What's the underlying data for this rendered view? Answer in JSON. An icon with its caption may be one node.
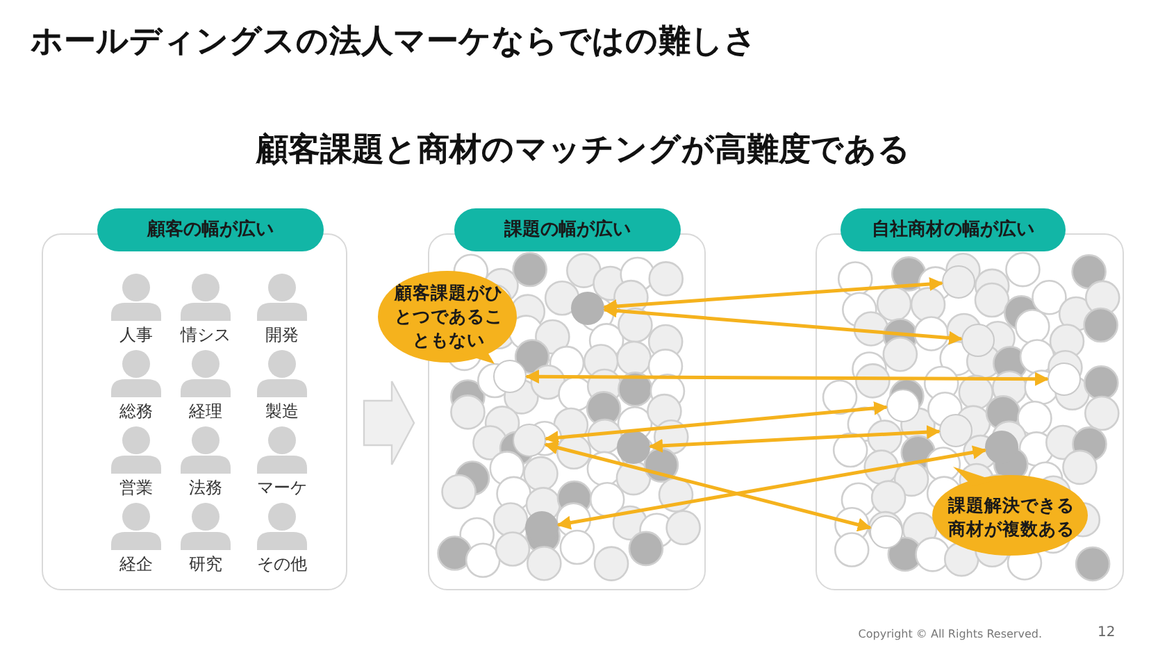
{
  "diagram": {
    "title": "ホールディングスの法人マーケならではの難しさ",
    "nodes": [
      {
        "text": [
          "顧客の幅が広い"
        ]
      },
      {
        "text": [
          "課題の幅が広い"
        ]
      },
      {
        "text": [
          "自社商材の幅が広い"
        ]
      },
      {
        "text": [
          "人事"
        ],
        "in": 0
      },
      {
        "text": [
          "情シス"
        ],
        "in": 0
      },
      {
        "text": [
          "開発"
        ],
        "in": 0
      },
      {
        "text": [
          "総務"
        ],
        "in": 0
      },
      {
        "text": [
          "経理"
        ],
        "in": 0
      },
      {
        "text": [
          "製造"
        ],
        "in": 0
      },
      {
        "text": [
          "営業"
        ],
        "in": 0
      },
      {
        "text": [
          "法務"
        ],
        "in": 0
      },
      {
        "text": [
          "マーケ"
        ],
        "in": 0
      },
      {
        "text": [
          "経企"
        ],
        "in": 0
      },
      {
        "text": [
          "研究"
        ],
        "in": 0
      },
      {
        "text": [
          "その他"
        ],
        "in": 0
      },
      {
        "text": [
          "顧客課題がひとつであることもない"
        ]
      },
      {
        "text": [],
        "shape": "circle",
        "in": 1
      },
      {
        "text": [],
        "shape": "circle",
        "in": 1
      },
      {
        "text": [],
        "shape": "circle",
        "in": 1
      },
      {
        "text": [],
        "shape": "circle",
        "in": 1
      },
      {
        "text": [],
        "shape": "circle",
        "in": 1
      },
      {
        "text": [],
        "shape": "circle",
        "in": 2
      },
      {
        "text": [],
        "shape": "circle",
        "in": 2
      },
      {
        "text": [],
        "shape": "circle",
        "in": 2
      },
      {
        "text": [],
        "shape": "circle",
        "in": 2
      },
      {
        "text": [],
        "shape": "circle",
        "in": 2
      },
      {
        "text": [],
        "shape": "circle",
        "in": 2
      },
      {
        "text": [],
        "shape": "circle",
        "in": 2
      },
      {
        "text": [
          "課題解決できる商材が複数ある"
        ],
        "in": 2
      }
    ],
    "edges": [
      {
        "from": 0,
        "to": 1,
        "arrow": "to"
      },
      {
        "from": 16,
        "to": 21,
        "arrow": "both"
      },
      {
        "from": 16,
        "to": 22,
        "arrow": "both"
      },
      {
        "from": 17,
        "to": 23,
        "arrow": "both"
      },
      {
        "from": 18,
        "to": 24,
        "arrow": "both"
      },
      {
        "from": 18,
        "to": 27,
        "arrow": "both"
      },
      {
        "from": 19,
        "to": 25,
        "arrow": "both"
      },
      {
        "from": 20,
        "to": 26,
        "arrow": "both"
      }
    ],
    "labels": [
      "顧客課題と商材のマッチングが高難度である",
      "Copyright © All Rights Reserved.",
      "12"
    ]
  }
}
